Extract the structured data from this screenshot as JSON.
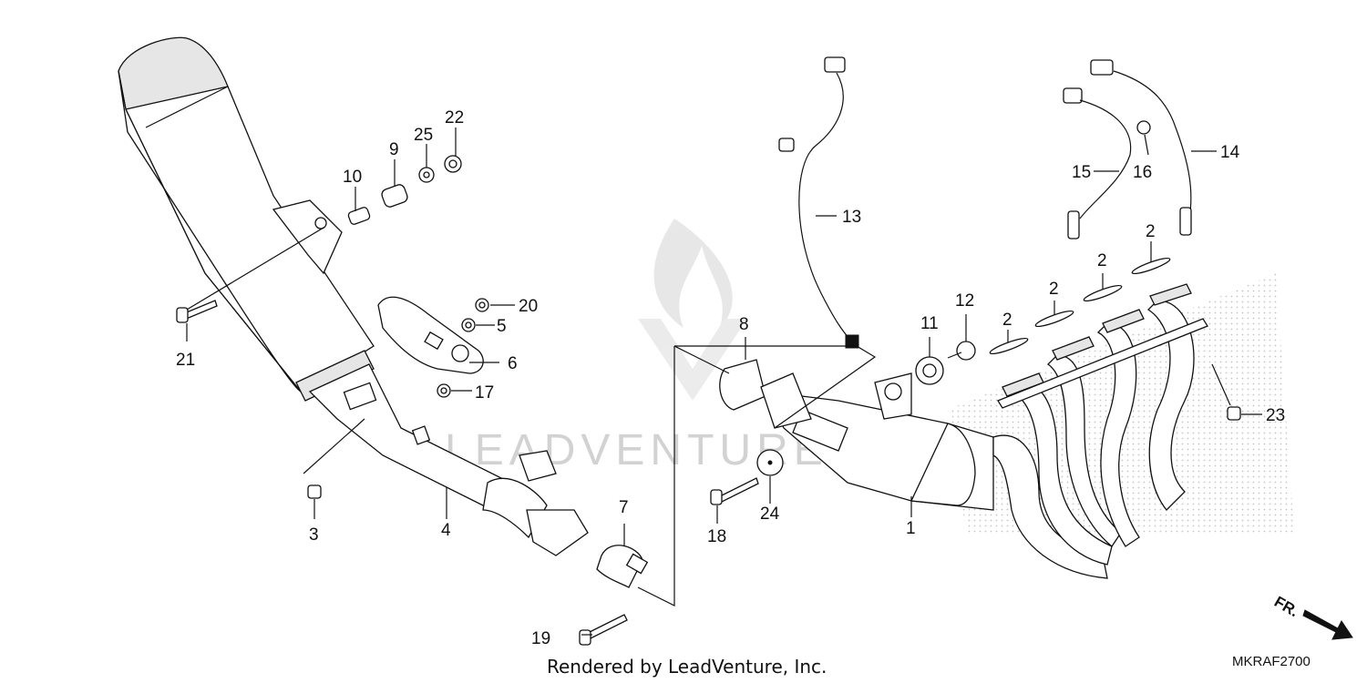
{
  "diagram": {
    "callouts": [
      {
        "id": "1",
        "label": "1"
      },
      {
        "id": "2a",
        "label": "2"
      },
      {
        "id": "2b",
        "label": "2"
      },
      {
        "id": "2c",
        "label": "2"
      },
      {
        "id": "2d",
        "label": "2"
      },
      {
        "id": "3",
        "label": "3"
      },
      {
        "id": "4",
        "label": "4"
      },
      {
        "id": "5",
        "label": "5"
      },
      {
        "id": "6",
        "label": "6"
      },
      {
        "id": "7",
        "label": "7"
      },
      {
        "id": "8",
        "label": "8"
      },
      {
        "id": "9",
        "label": "9"
      },
      {
        "id": "10",
        "label": "10"
      },
      {
        "id": "11",
        "label": "11"
      },
      {
        "id": "12",
        "label": "12"
      },
      {
        "id": "13",
        "label": "13"
      },
      {
        "id": "14",
        "label": "14"
      },
      {
        "id": "15",
        "label": "15"
      },
      {
        "id": "16",
        "label": "16"
      },
      {
        "id": "17",
        "label": "17"
      },
      {
        "id": "18",
        "label": "18"
      },
      {
        "id": "19",
        "label": "19"
      },
      {
        "id": "20",
        "label": "20"
      },
      {
        "id": "21",
        "label": "21"
      },
      {
        "id": "22",
        "label": "22"
      },
      {
        "id": "23",
        "label": "23"
      },
      {
        "id": "24",
        "label": "24"
      },
      {
        "id": "25",
        "label": "25"
      }
    ],
    "watermark": "LEADVENTURE",
    "direction_label": "FR.",
    "footer_credit": "Rendered by LeadVenture, Inc.",
    "diagram_code": "MKRAF2700",
    "colors": {
      "ink": "#111111",
      "watermark": "#d2d2d2",
      "shade": "#e6e6e6",
      "background": "#ffffff"
    }
  }
}
